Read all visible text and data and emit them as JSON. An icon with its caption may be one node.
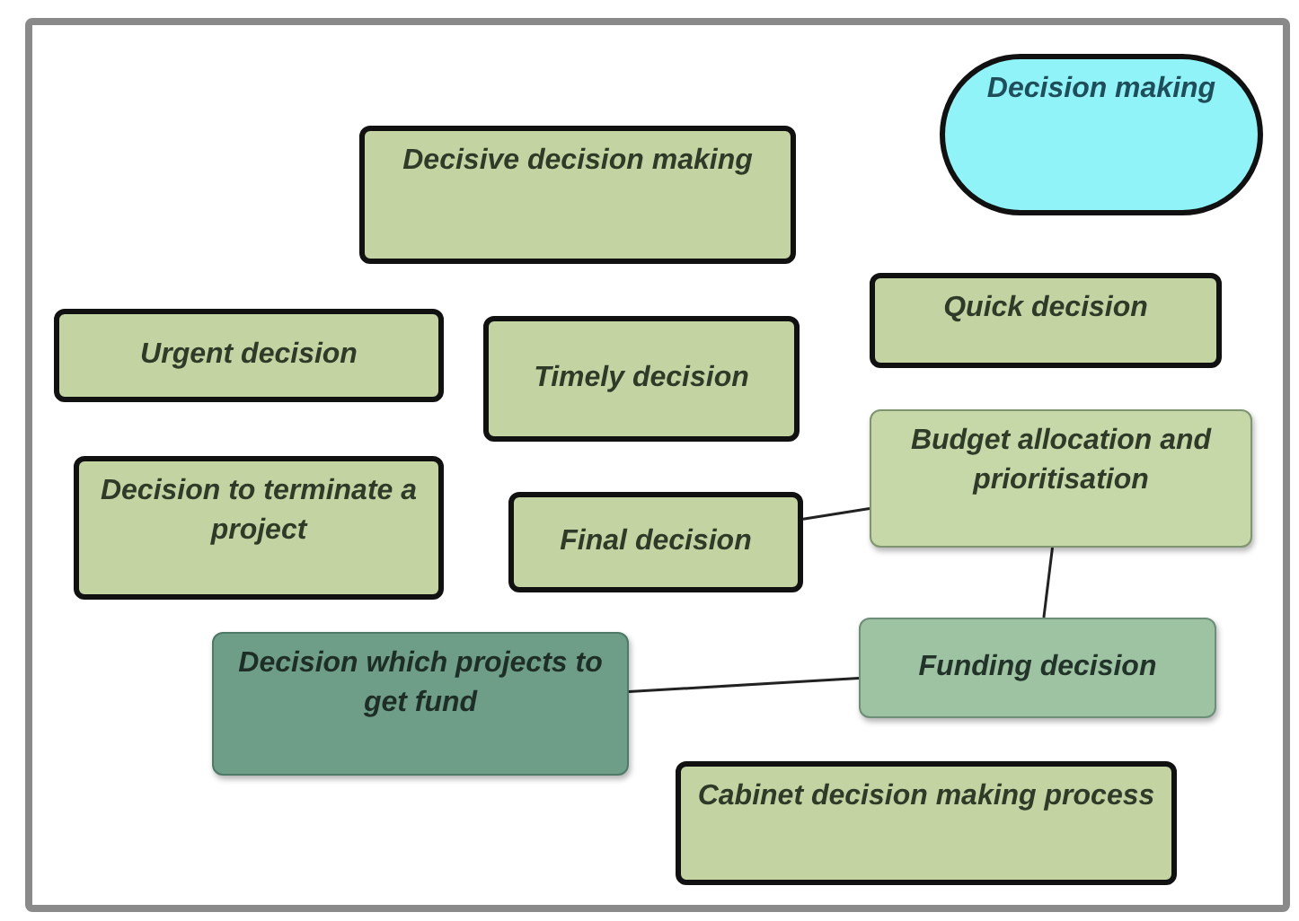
{
  "diagram": {
    "nodes": [
      {
        "text": [
          "Decision making"
        ]
      },
      {
        "text": [
          "Decisive decision making"
        ]
      },
      {
        "text": [
          "Quick decision"
        ]
      },
      {
        "text": [
          "Urgent decision"
        ]
      },
      {
        "text": [
          "Timely decision"
        ]
      },
      {
        "text": [
          "Budget allocation and prioritisation"
        ]
      },
      {
        "text": [
          "Decision to terminate a project"
        ]
      },
      {
        "text": [
          "Final decision"
        ]
      },
      {
        "text": [
          "Decision which projects to get fund"
        ]
      },
      {
        "text": [
          "Funding decision"
        ]
      },
      {
        "text": [
          "Cabinet decision making process"
        ]
      }
    ],
    "edges": [
      {
        "from": 7,
        "to": 5,
        "arrow": "none"
      },
      {
        "from": 5,
        "to": 9,
        "arrow": "none"
      },
      {
        "from": 8,
        "to": 9,
        "arrow": "none"
      }
    ]
  }
}
